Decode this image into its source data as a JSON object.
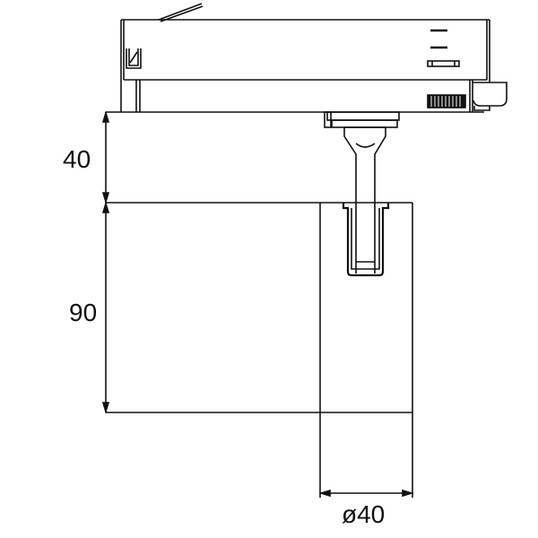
{
  "drawing": {
    "title": "Track spotlight side view technical drawing",
    "units": "mm",
    "line_color": "#111111",
    "background": "#ffffff"
  },
  "dimensions": {
    "adapter_height": {
      "label": "40",
      "value": 40,
      "orientation": "vertical"
    },
    "body_height": {
      "label": "90",
      "value": 90,
      "orientation": "vertical"
    },
    "body_diameter": {
      "label": "ø40",
      "value": 40,
      "orientation": "horizontal"
    }
  },
  "components": [
    {
      "name": "track-adapter",
      "description": "Track adapter housing with lever, lock symbol, indicator marks and grip"
    },
    {
      "name": "mounting-stem",
      "description": "Swivel stem connecting adapter to spotlight body"
    },
    {
      "name": "spotlight-body",
      "description": "Cylindrical lamp body"
    }
  ]
}
